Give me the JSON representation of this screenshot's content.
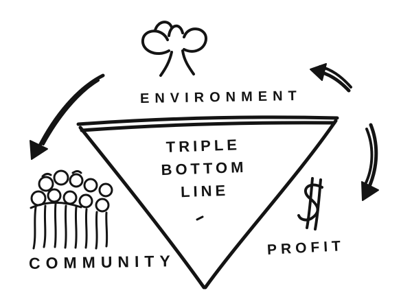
{
  "diagram": {
    "environment_label": "ENVIRONMENT",
    "community_label": "COMMUNITY",
    "profit_label": "PROFIT",
    "title_lines": [
      "TRIPLE",
      "BOTTOM",
      "LINE"
    ],
    "icons": {
      "environment": "tree-icon",
      "community": "crowd-icon",
      "profit": "dollar-icon"
    },
    "arrows": [
      "arrow-left-curved",
      "arrow-top-right-curved",
      "arrow-right-curved"
    ],
    "colors": {
      "ink": "#141414",
      "background": "#ffffff"
    }
  }
}
